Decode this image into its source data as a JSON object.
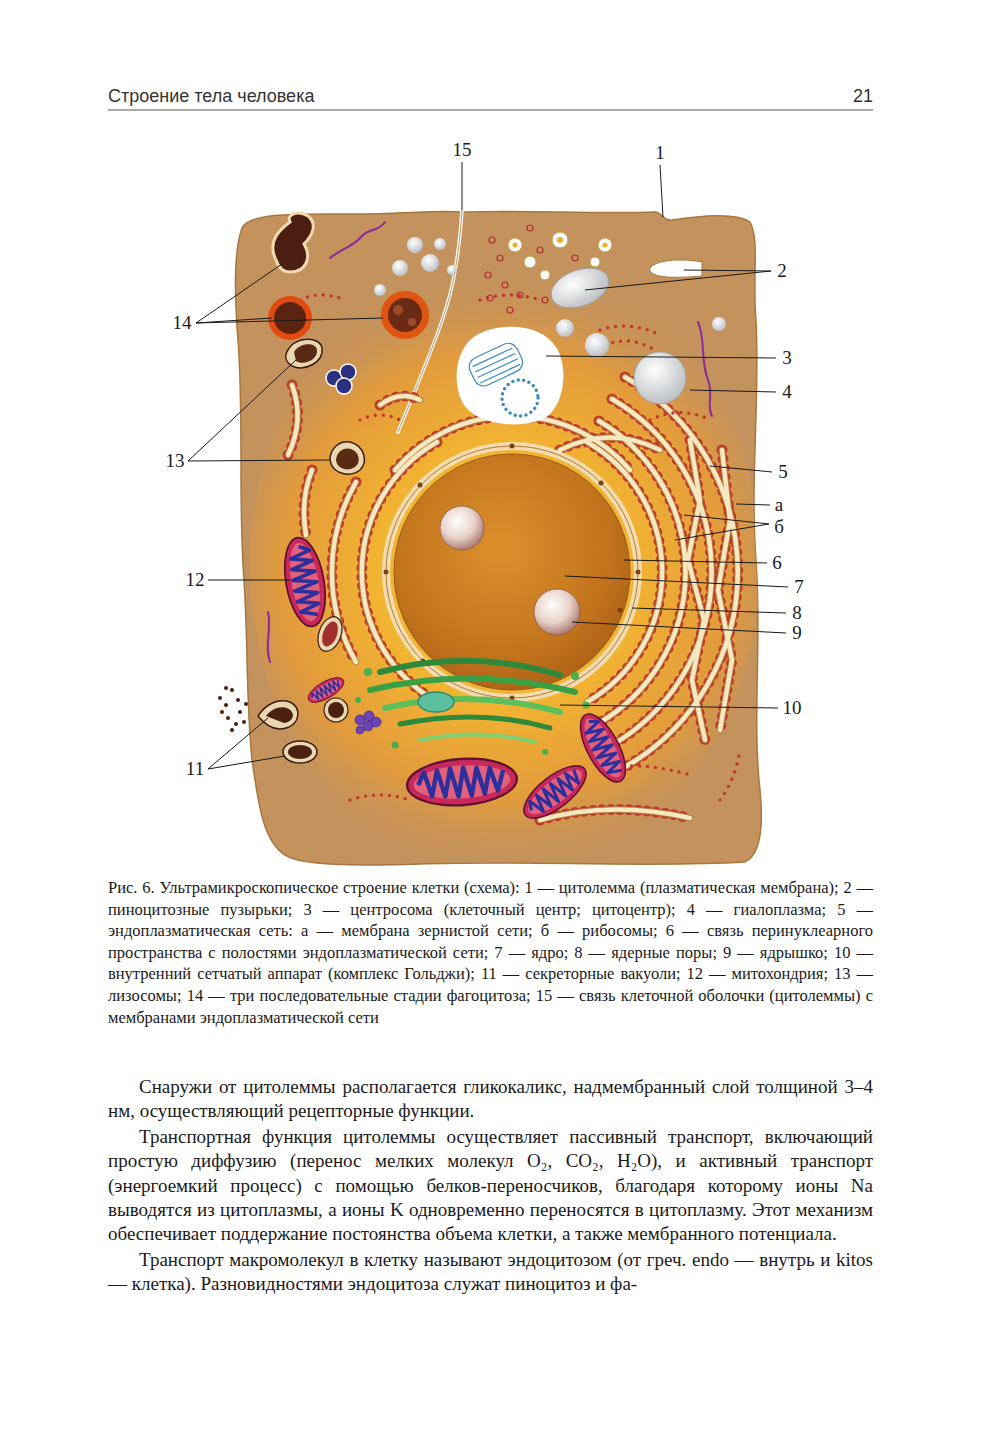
{
  "diagram": {
    "caption": "Рис. 6. Ультрамикроскопическое строение клетки (схема): 1 — цитолемма (плазматическая мембрана); 2 — пиноцитозные пузырьки; 3 — центросома (клеточный центр; цитоцентр); 4 — гиалоплазма; 5 — эндоплазматическая сеть: а — мембрана зернистой сети; б — рибосомы; 6 — связь перинуклеарного пространства с полостями эндоплазматической сети; 7 — ядро; 8 — ядерные поры; 9 — ядрышко; 10 — внутренний сетчатый аппарат (комплекс Гольджи); 11 — секреторные вакуоли; 12 — митохондрия; 13 — лизосомы; 14 — три последовательные стадии фагоцитоза; 15 — связь клеточной оболочки (цитолеммы) с мембранами эндоплазматической сети",
    "labels": [
      "Строение тела человека",
      "21",
      "15",
      "1",
      "2",
      "3",
      "4",
      "5",
      "а",
      "б",
      "6",
      "7",
      "8",
      "9",
      "10",
      "14",
      "13",
      "12",
      "11",
      "Снаружи от цитолеммы располагается гликокаликс, надмембранный слой толщиной 3–4 нм, осуществляющий рецепторные функции.",
      "Транспортная функция цитолеммы осуществляет пассивный транспорт, включающий простую диффузию (перенос мелких молекул O₂, CO₂, H₂O), и активный транспорт (энергоемкий процесс) с помощью белков-переносчиков, благодаря которому ионы Na выводятся из цитоплазмы, а ионы K одновременно переносятся в цитоплазму. Этот механизм обеспечивает поддержание постоянства объема клетки, а также мембранного потенциала.",
      "Транспорт макромолекул в клетку называют эндоцитозом (от греч. endo — внутрь и kitos — клетка). Разновидностями эндоцитоза служат пиноцитоз и фа-"
    ]
  }
}
